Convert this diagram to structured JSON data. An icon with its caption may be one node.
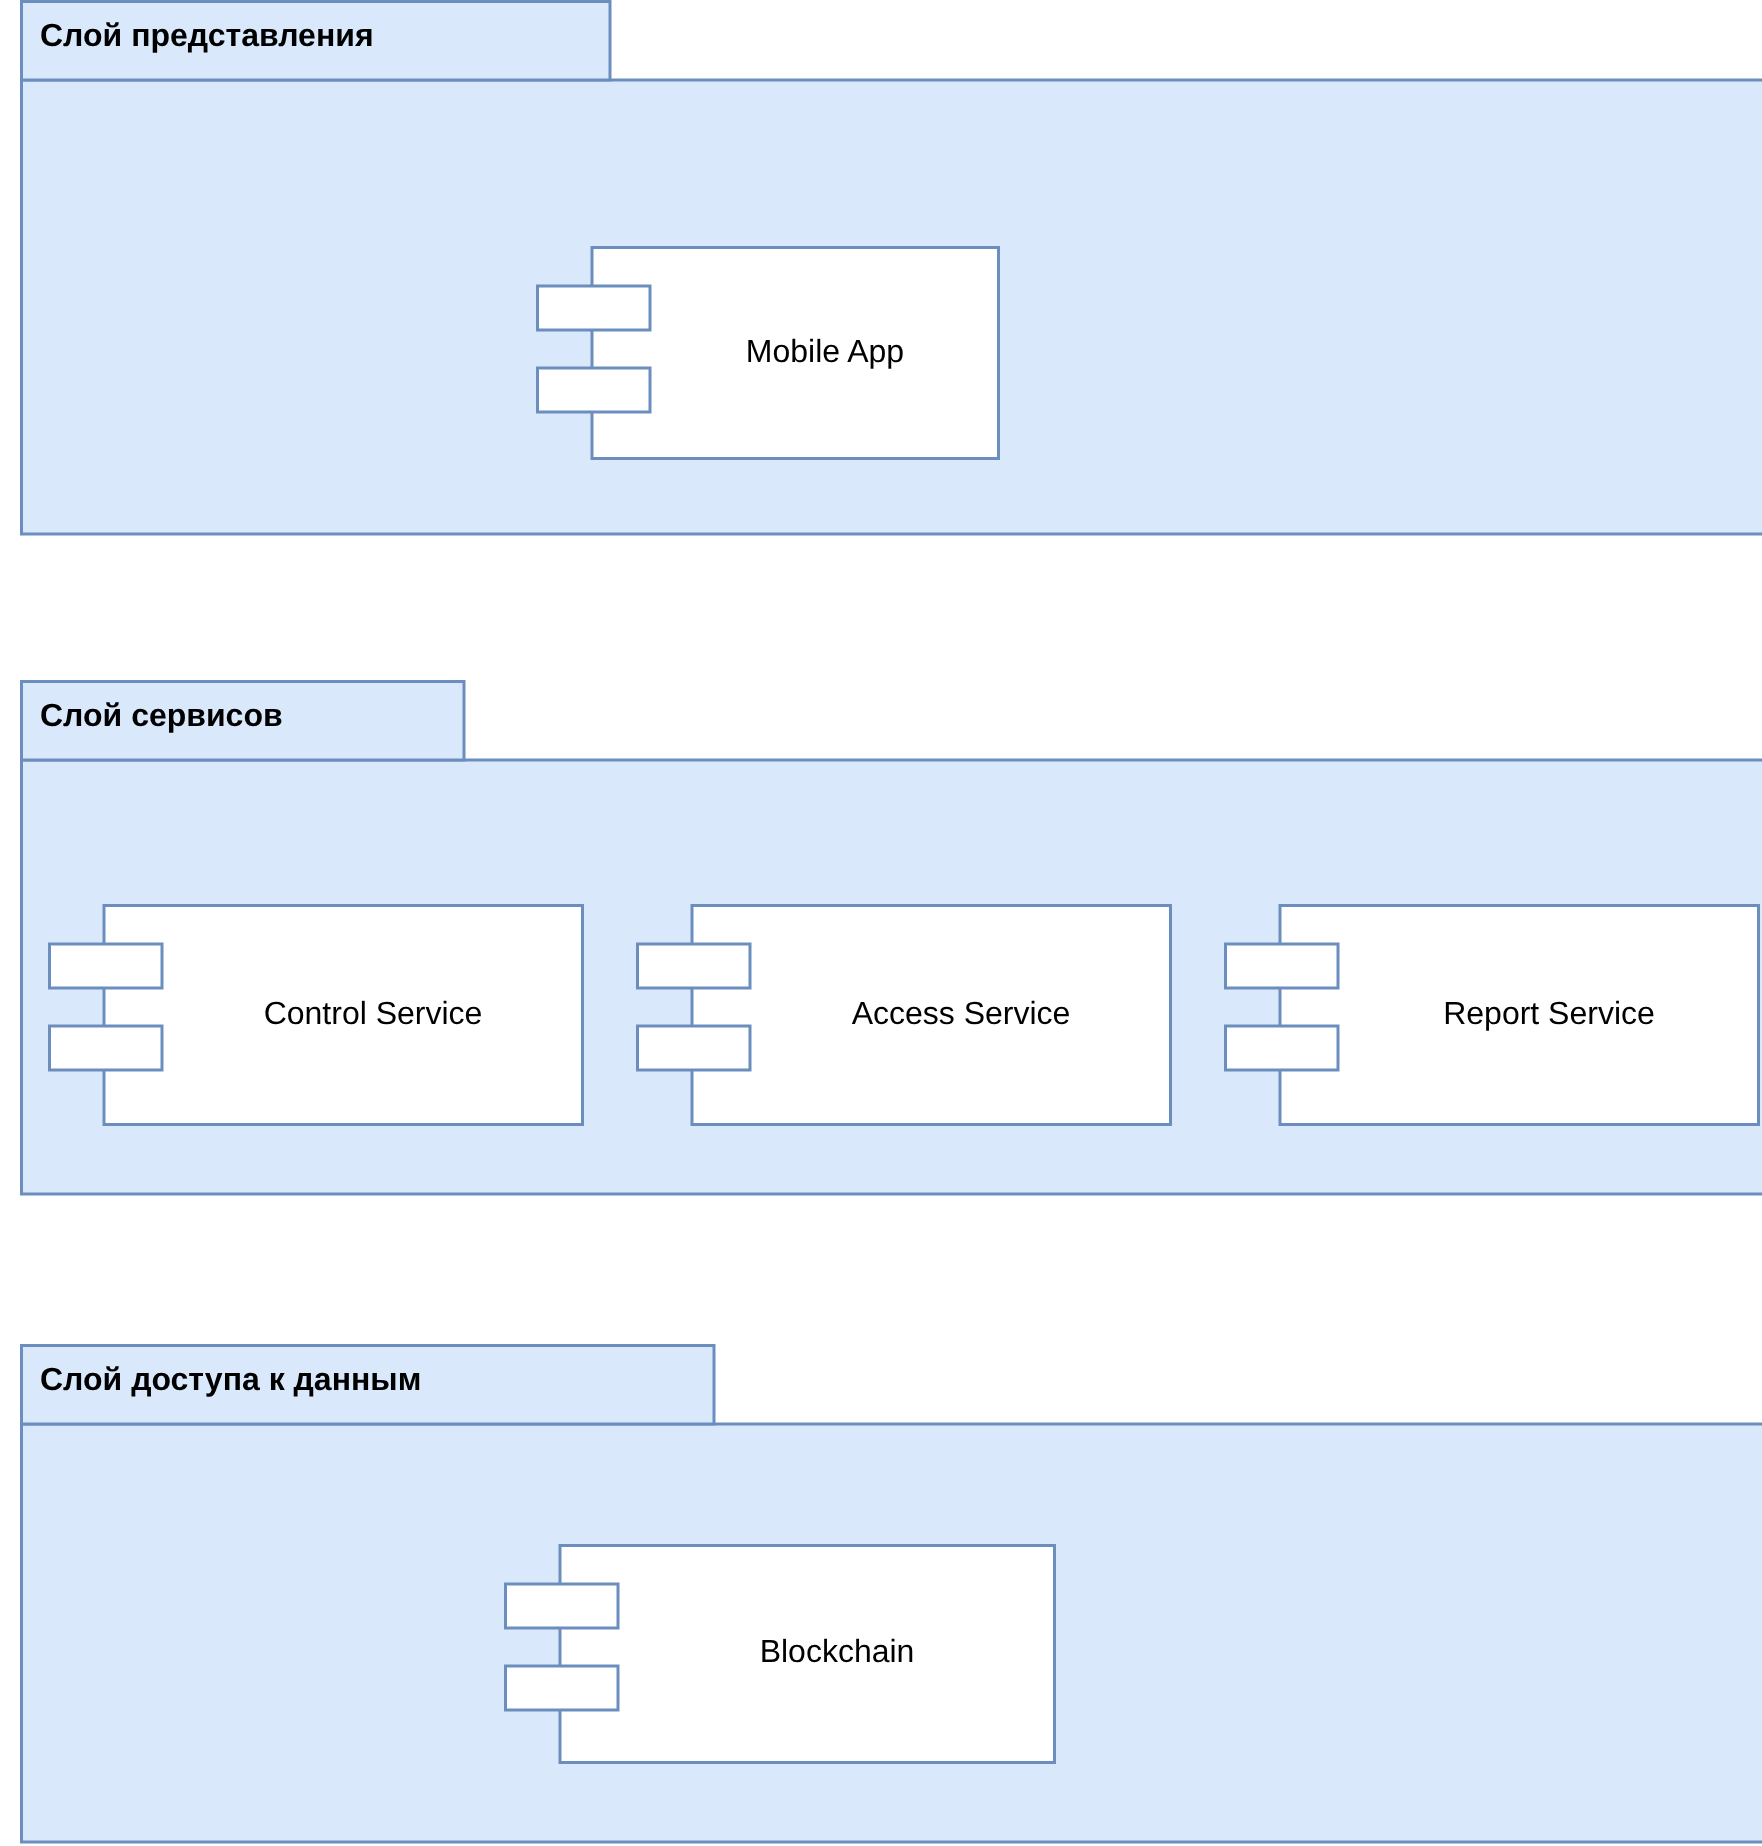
{
  "diagram": {
    "nodes": [
      {
        "text": [
          "Слой представления"
        ]
      },
      {
        "text": [
          "Mobile App"
        ],
        "in": 0
      },
      {
        "text": [
          "Слой сервисов"
        ]
      },
      {
        "text": [
          "Control Service"
        ],
        "in": 2
      },
      {
        "text": [
          "Access Service"
        ],
        "in": 2
      },
      {
        "text": [
          "Report Service"
        ],
        "in": 2
      },
      {
        "text": [
          "Слой доступа к данным"
        ]
      },
      {
        "text": [
          "Blockchain"
        ],
        "in": 6
      }
    ],
    "edges": []
  }
}
